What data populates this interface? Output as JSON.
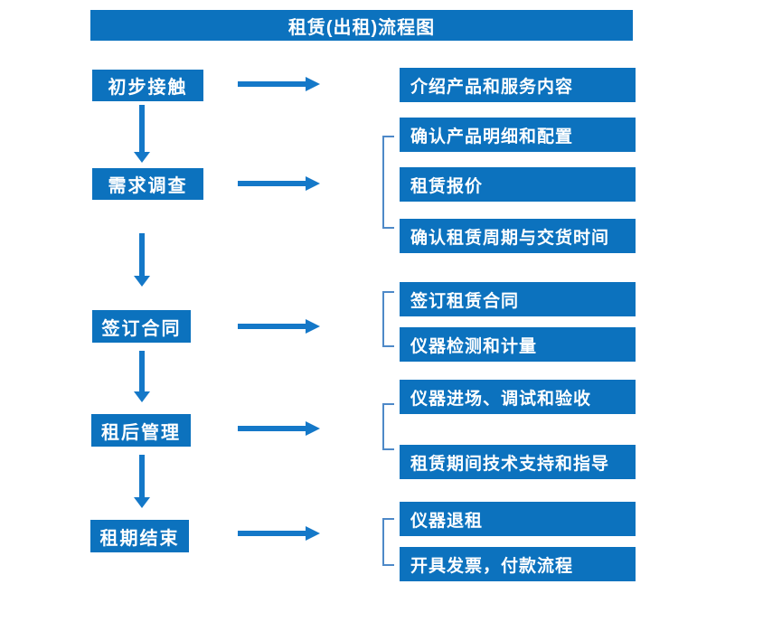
{
  "title": "租赁(出租)流程图",
  "colors": {
    "primary": "#0C72BE",
    "arrow": "#1478C8",
    "bracket": "#4E89C8",
    "box_text": "#FFFFFF",
    "background": "#FFFFFF"
  },
  "stages": [
    {
      "label": "初步接触",
      "details": [
        "介绍产品和服务内容"
      ]
    },
    {
      "label": "需求调查",
      "details": [
        "确认产品明细和配置",
        "租赁报价",
        "确认租赁周期与交货时间"
      ]
    },
    {
      "label": "签订合同",
      "details": [
        "签订租赁合同",
        "仪器检测和计量"
      ]
    },
    {
      "label": "租后管理",
      "details": [
        "仪器进场、调试和验收",
        "租赁期间技术支持和指导"
      ]
    },
    {
      "label": "租期结束",
      "details": [
        "仪器退租",
        "开具发票，付款流程"
      ]
    }
  ]
}
